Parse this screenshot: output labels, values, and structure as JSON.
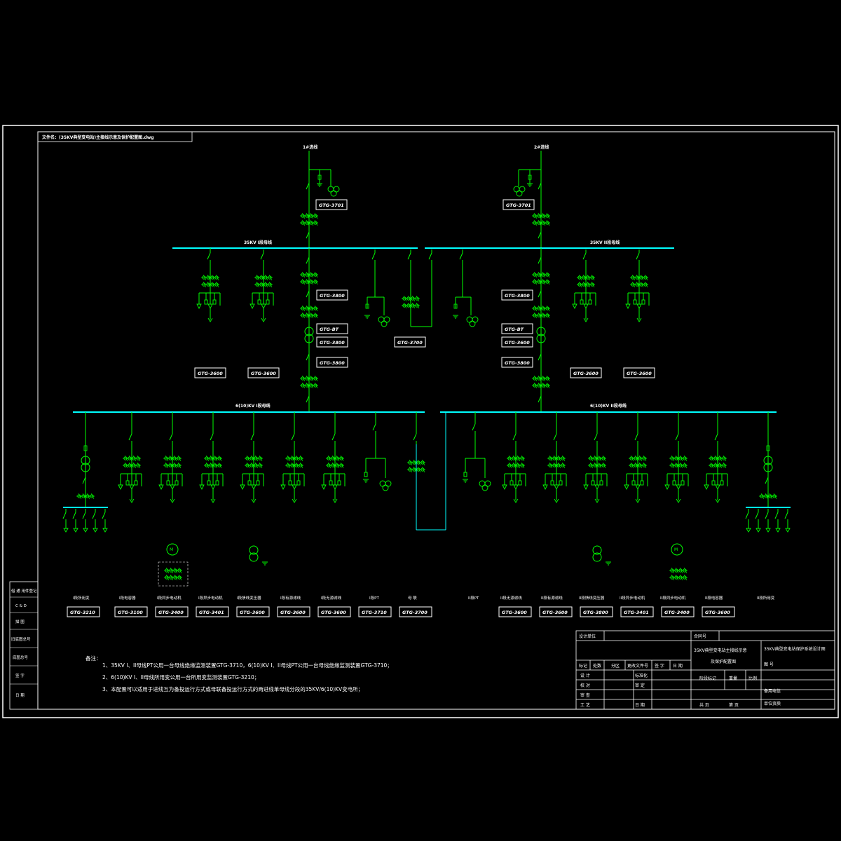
{
  "colors": {
    "background": "#000000",
    "frame": "#ffffff",
    "bus": "#00ffff",
    "equipment": "#00ff00",
    "text": "#ffffff"
  },
  "file_title": "文件名：(35KV典型变电站)主接线示意及保护配置图.dwg",
  "incoming": {
    "line1": "1#进线",
    "line2": "2#进线",
    "dev1": "GTG-3701",
    "dev2": "GTG-3701"
  },
  "bus35": {
    "bus1": "35KV I段母线",
    "bus2": "35KV II段母线"
  },
  "bus6": {
    "bus1": "6(10)KV I段母线",
    "bus2": "6(10)KV II段母线"
  },
  "left_feeders35": [
    "GTG-3600",
    "GTG-3600"
  ],
  "right_feeders35": [
    "GTG-3600",
    "GTG-3600"
  ],
  "tx1_devs": [
    "GTG-3800",
    "GTG-BT",
    "GTG-3800",
    "GTG-3800"
  ],
  "tx2_devs": [
    "GTG-3800",
    "GTG-BT",
    "GTG-3600",
    "GTG-3800"
  ],
  "bus_tie35": "GTG-3700",
  "bottom_labels": [
    "I段所用变",
    "I段电容器",
    "I段同步电动机",
    "I段异步电动机",
    "I段馈线变压器",
    "I段有源滤线",
    "I段无源滤线",
    "I段PT",
    "母 联",
    "II段PT",
    "II段无源滤线",
    "II段有源滤线",
    "II段馈线变压器",
    "II段异步电动机",
    "II段同步电动机",
    "II段电容器",
    "II段所用变"
  ],
  "bottom_devs_left": [
    "GTG-3210",
    "GTG-3100",
    "GTG-3400",
    "GTG-3401",
    "GTG-3600",
    "GTG-3600",
    "GTG-3600",
    "GTG-3710",
    "GTG-3700"
  ],
  "bottom_devs_right": [
    "GTG-3600",
    "GTG-3600",
    "GTG-3800",
    "GTG-3401",
    "GTG-3400",
    "GTG-3600"
  ],
  "notes": {
    "title": "备注：",
    "n1": "1、35KV I、II母线PT公用一台母线绝缘监测装置GTG-3710，6(10)KV I、II母线PT公用一台母线绝缘监测装置GTG-3710；",
    "n2": "2、6(10)KV I、II母线所用变公用一台所用变监测装置GTG-3210；",
    "n3": "3、本配置可以适用于进线互为备投运行方式或母联备投运行方式的两进线单母线分段的35KV/6(10)KV变电所；"
  },
  "left_strip": [
    "借 通 用件登记",
    "C & D",
    "描 图",
    "旧底图总号",
    "底图总号",
    "签 字",
    "日 期"
  ],
  "title_block": {
    "design_unit": "设计单位",
    "contract_no": "合同号",
    "drawing_title_1": "35KV典型变电站主接线示意",
    "drawing_title_2": "及保护配置图",
    "project": "35KV典型变电站保护系统设计图",
    "drawing_no": "图 号",
    "row_headers": [
      "标记",
      "处数",
      "分区",
      "更改文件号",
      "签 字",
      "日 期"
    ],
    "design": "设 计",
    "check": "校 对",
    "review": "审 查",
    "process": "工 艺",
    "std": "标准化",
    "approve": "审 定",
    "date": "日 期",
    "stage": "阶段标记",
    "weight": "重量",
    "scale": "比例",
    "total": "共 页",
    "sheet": "第 页",
    "standby": "备用电信",
    "unit": "单位资质"
  }
}
